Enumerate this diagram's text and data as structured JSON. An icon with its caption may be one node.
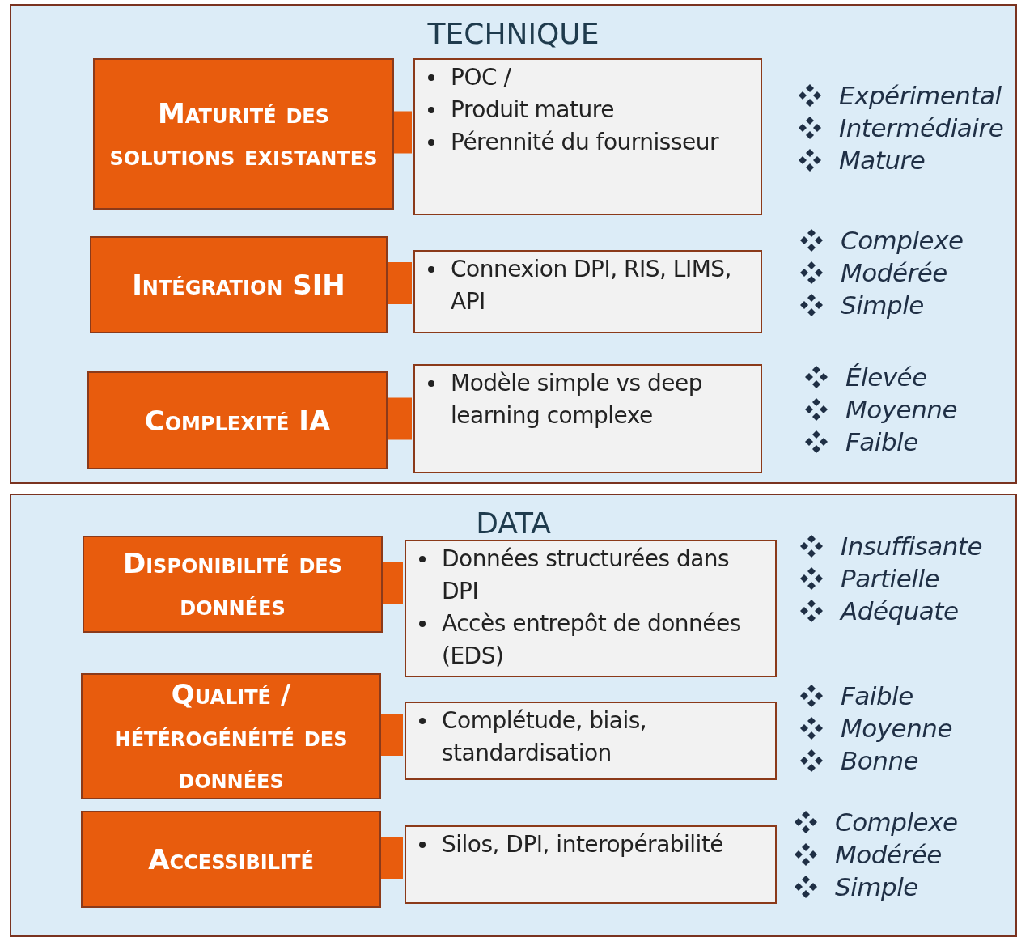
{
  "diagram": {
    "nodes": [
      {
        "text": [
          "TECHNIQUE"
        ]
      },
      {
        "text": [
          "Maturité des solutions existantes"
        ],
        "in": 0
      },
      {
        "text": [
          "POC /",
          "Produit mature",
          "Pérennité du fournisseur"
        ],
        "in": 0,
        "beside": [
          "Expérimental",
          "Intermédiaire",
          "Mature"
        ]
      },
      {
        "text": [
          "Intégration SIH"
        ],
        "in": 0
      },
      {
        "text": [
          "Connexion DPI, RIS, LIMS, API"
        ],
        "in": 0,
        "beside": [
          "Complexe",
          "Modérée",
          "Simple"
        ]
      },
      {
        "text": [
          "Complexité IA"
        ],
        "in": 0
      },
      {
        "text": [
          "Modèle simple vs deep learning complexe"
        ],
        "in": 0,
        "beside": [
          "Élevée",
          "Moyenne",
          "Faible"
        ]
      },
      {
        "text": [
          "DATA"
        ]
      },
      {
        "text": [
          "Disponibilité des données"
        ],
        "in": 7
      },
      {
        "text": [
          "Données structurées dans DPI",
          "Accès entrepôt de données (EDS)"
        ],
        "in": 7,
        "beside": [
          "Insuffisante",
          "Partielle",
          "Adéquate"
        ]
      },
      {
        "text": [
          "Qualité / hétérogénéité des données"
        ],
        "in": 7
      },
      {
        "text": [
          "Complétude, biais, standardisation"
        ],
        "in": 7,
        "beside": [
          "Faible",
          "Moyenne",
          "Bonne"
        ]
      },
      {
        "text": [
          "Accessibilité"
        ],
        "in": 7
      },
      {
        "text": [
          "Silos, DPI, interopérabilité"
        ],
        "in": 7,
        "beside": [
          "Complexe",
          "Modérée",
          "Simple"
        ]
      }
    ],
    "edges": [
      {
        "from": 1,
        "to": 2,
        "arrow": "none"
      },
      {
        "from": 3,
        "to": 4,
        "arrow": "none"
      },
      {
        "from": 5,
        "to": 6,
        "arrow": "none"
      },
      {
        "from": 8,
        "to": 9,
        "arrow": "none"
      },
      {
        "from": 10,
        "to": 11,
        "arrow": "none"
      },
      {
        "from": 12,
        "to": 13,
        "arrow": "none"
      }
    ]
  }
}
